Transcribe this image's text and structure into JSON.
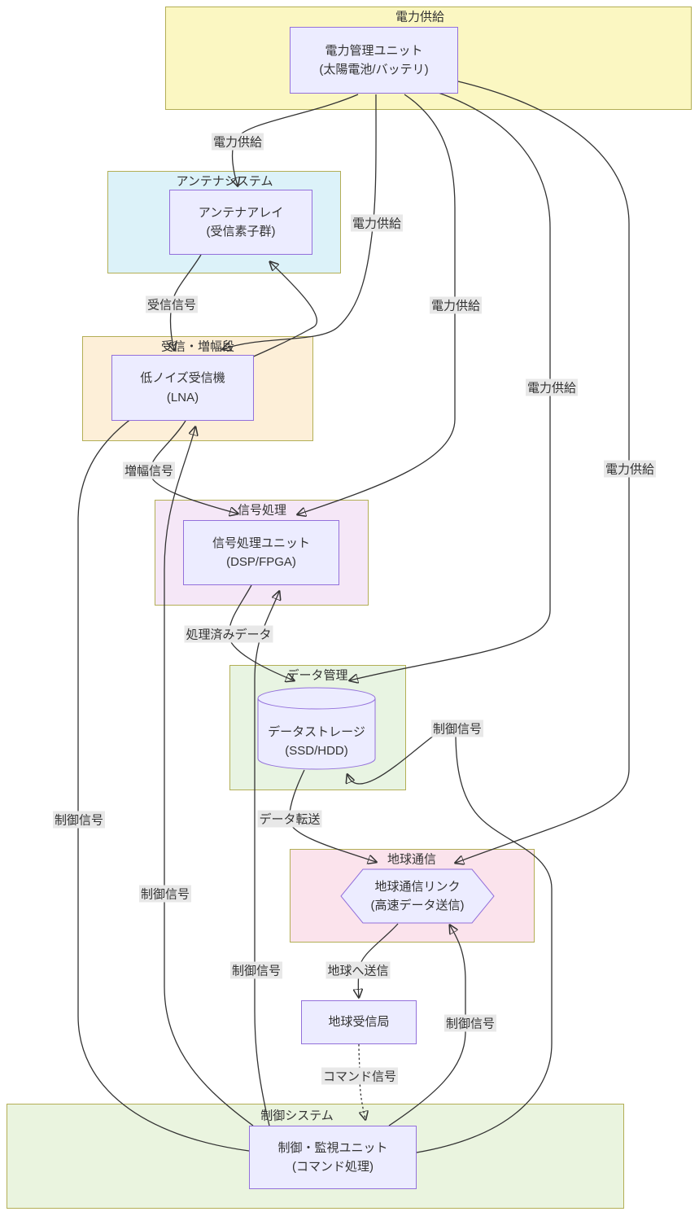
{
  "groups": {
    "power": {
      "title": "電力供給"
    },
    "antenna": {
      "title": "アンテナシステム"
    },
    "amp": {
      "title": "受信・増幅段"
    },
    "signal": {
      "title": "信号処理"
    },
    "data": {
      "title": "データ管理"
    },
    "comm": {
      "title": "地球通信"
    },
    "control": {
      "title": "制御システム"
    }
  },
  "nodes": {
    "pmu": {
      "line1": "電力管理ユニット",
      "line2": "(太陽電池/バッテリ)",
      "shape": "rect"
    },
    "antenna": {
      "line1": "アンテナアレイ",
      "line2": "(受信素子群)",
      "shape": "rect"
    },
    "lna": {
      "line1": "低ノイズ受信機",
      "line2": "(LNA)",
      "shape": "rect"
    },
    "dsp": {
      "line1": "信号処理ユニット",
      "line2": "(DSP/FPGA)",
      "shape": "rect"
    },
    "storage": {
      "line1": "データストレージ",
      "line2": "(SSD/HDD)",
      "shape": "cylinder"
    },
    "link": {
      "line1": "地球通信リンク",
      "line2": "(高速データ送信)",
      "shape": "hexagon"
    },
    "station": {
      "line1": "地球受信局",
      "line2": "",
      "shape": "rect"
    },
    "control": {
      "line1": "制御・監視ユニット",
      "line2": "(コマンド処理)",
      "shape": "rect"
    }
  },
  "edges": {
    "power_antenna": {
      "label": "電力供給",
      "from": "pmu",
      "to": "antenna",
      "style": "solid"
    },
    "power_lna": {
      "label": "電力供給",
      "from": "pmu",
      "to": "lna",
      "style": "solid"
    },
    "power_dsp": {
      "label": "電力供給",
      "from": "pmu",
      "to": "dsp",
      "style": "solid"
    },
    "power_storage": {
      "label": "電力供給",
      "from": "pmu",
      "to": "storage",
      "style": "solid"
    },
    "power_link": {
      "label": "電力供給",
      "from": "pmu",
      "to": "link",
      "style": "solid"
    },
    "antenna_lna": {
      "label": "受信信号",
      "from": "antenna",
      "to": "lna",
      "style": "solid"
    },
    "lna_dsp": {
      "label": "増幅信号",
      "from": "lna",
      "to": "dsp",
      "style": "solid"
    },
    "dsp_storage": {
      "label": "処理済みデータ",
      "from": "dsp",
      "to": "storage",
      "style": "solid"
    },
    "storage_link": {
      "label": "データ転送",
      "from": "storage",
      "to": "link",
      "style": "solid"
    },
    "link_station": {
      "label": "地球へ送信",
      "from": "link",
      "to": "station",
      "style": "solid"
    },
    "station_control": {
      "label": "コマンド信号",
      "from": "station",
      "to": "control",
      "style": "dotted"
    },
    "control_antenna": {
      "label": "制御信号",
      "from": "control",
      "to": "antenna",
      "style": "solid"
    },
    "control_lna": {
      "label": "制御信号",
      "from": "control",
      "to": "lna",
      "style": "solid"
    },
    "control_dsp": {
      "label": "制御信号",
      "from": "control",
      "to": "dsp",
      "style": "solid"
    },
    "control_storage": {
      "label": "制御信号",
      "from": "control",
      "to": "storage",
      "style": "solid"
    },
    "control_link": {
      "label": "制御信号",
      "from": "control",
      "to": "link",
      "style": "solid"
    }
  },
  "colors": {
    "group_power_fill": "#fbf7c2",
    "group_antenna_fill": "#dcf2f9",
    "group_amp_fill": "#fdefd8",
    "group_signal_fill": "#f5e7f7",
    "group_data_fill": "#e8f4e2",
    "group_comm_fill": "#fbe3ec",
    "group_control_fill": "#eaf4df",
    "group_border": "#b3ae55",
    "node_fill": "#ECECFF",
    "node_border": "#9370DB",
    "edge_stroke": "#333333",
    "edge_label_bg": "#e8e8e8"
  }
}
